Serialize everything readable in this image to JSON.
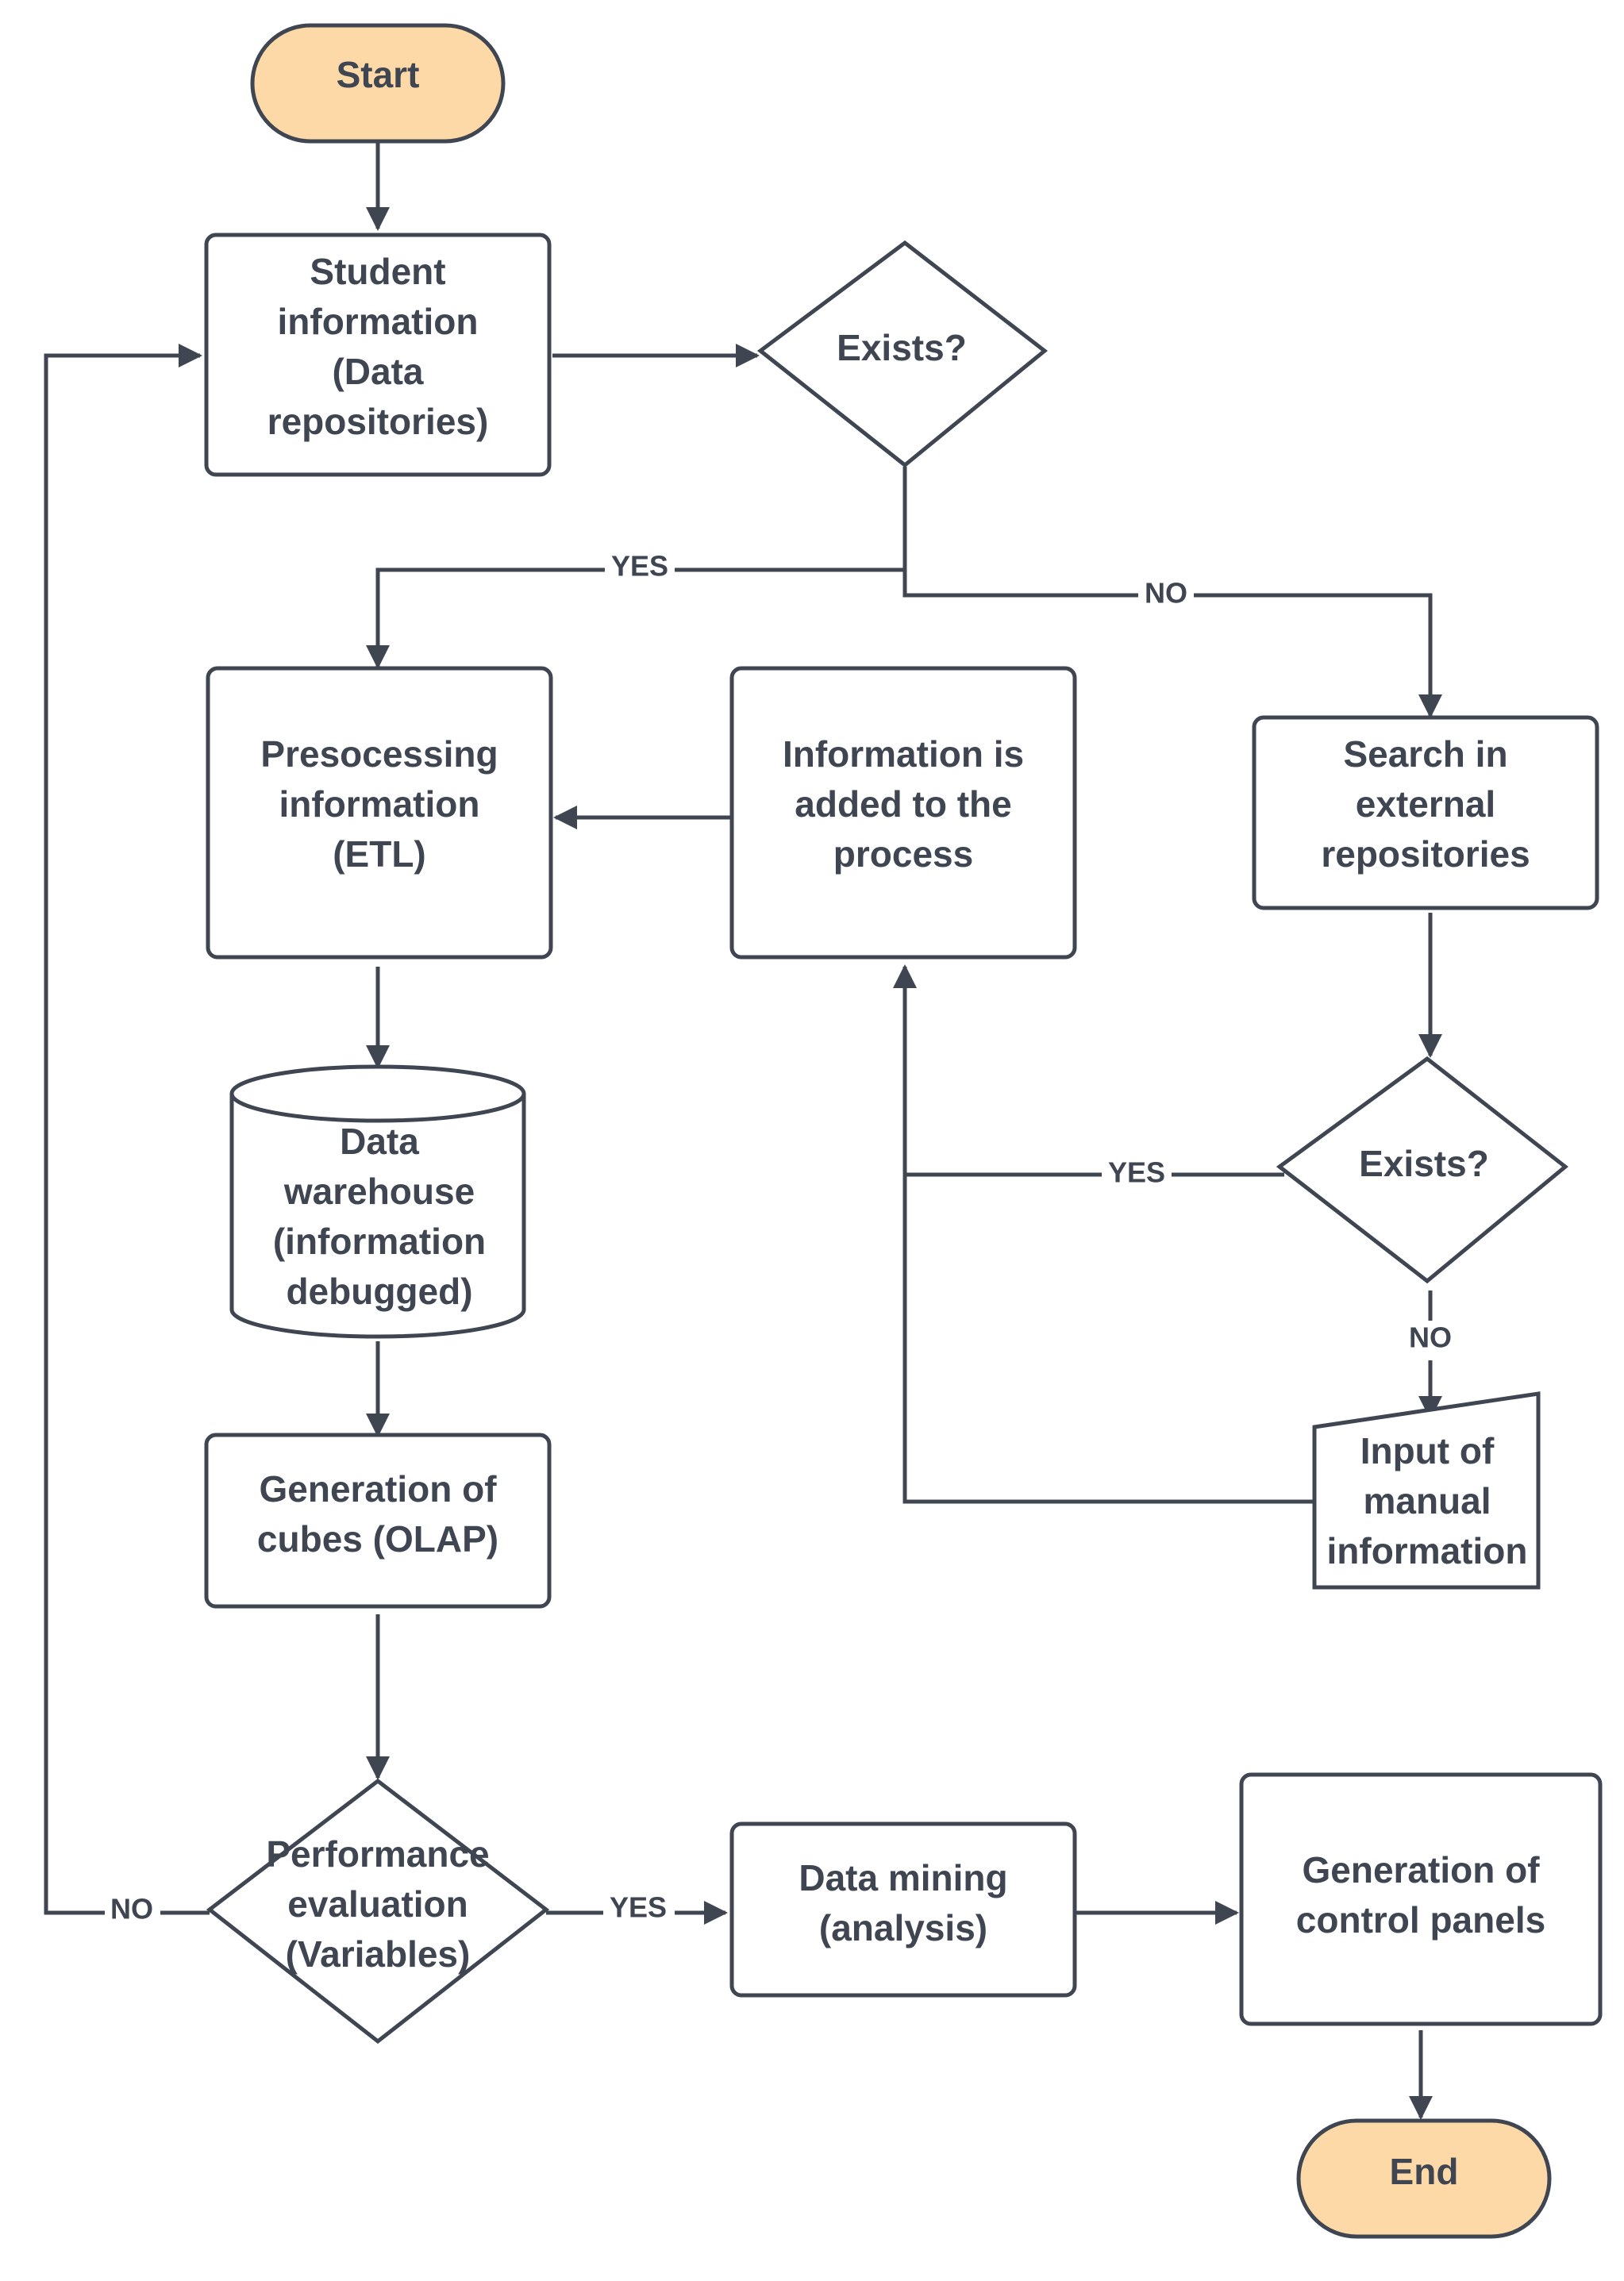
{
  "diagram": {
    "nodes": {
      "start": "Start",
      "student_info": [
        "Student",
        "information",
        "(Data",
        "repositories)"
      ],
      "exists_1": "Exists?",
      "presocessing": [
        "Presocessing",
        "information",
        "(ETL)"
      ],
      "info_added": [
        "Information is",
        "added to the",
        "process"
      ],
      "search_external": [
        "Search in",
        "external",
        "repositories"
      ],
      "data_warehouse": [
        "Data",
        "warehouse",
        "(information",
        "debugged)"
      ],
      "exists_2": "Exists?",
      "manual_input": [
        "Input of",
        "manual",
        "information"
      ],
      "olap_cubes": [
        "Generation of",
        "cubes (OLAP)"
      ],
      "performance": [
        "Performance",
        "evaluation",
        "(Variables)"
      ],
      "data_mining": [
        "Data mining",
        "(analysis)"
      ],
      "control_panels": [
        "Generation of",
        "control panels"
      ],
      "end": "End"
    },
    "edge_labels": {
      "exists1_yes": "YES",
      "exists1_no": "NO",
      "exists2_yes": "YES",
      "exists2_no": "NO",
      "performance_no": "NO",
      "performance_yes": "YES"
    },
    "colors": {
      "terminal_fill": "#fcd9a6",
      "stroke": "#3f4652",
      "text": "#3f4652"
    }
  }
}
